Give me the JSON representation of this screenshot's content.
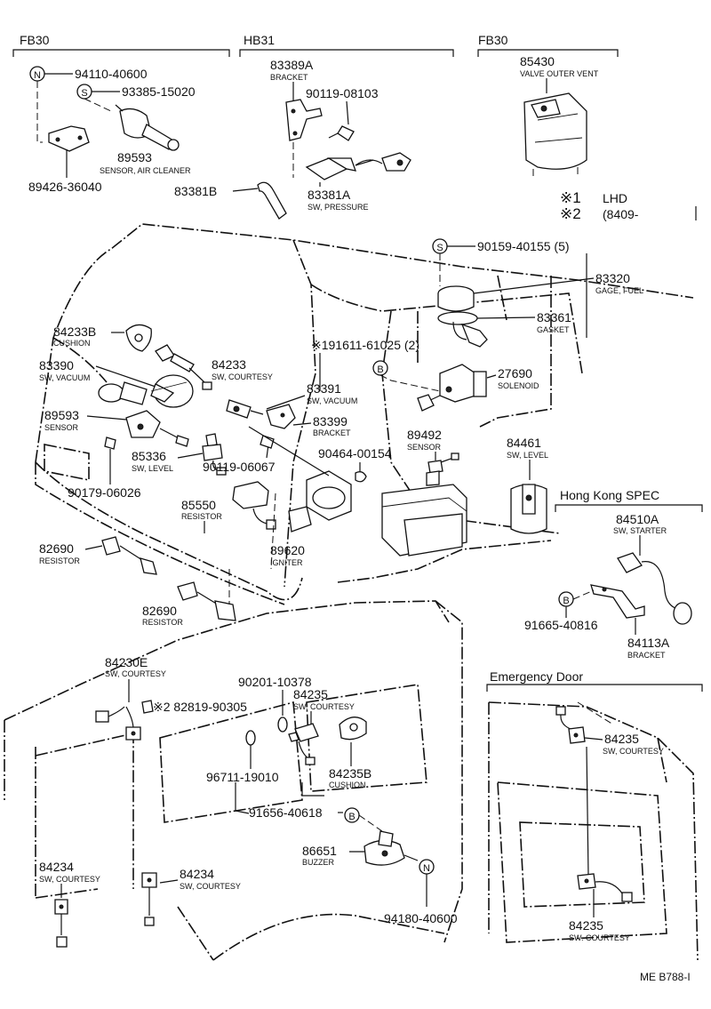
{
  "sections": {
    "fb30_left": "FB30",
    "hb31": "HB31",
    "fb30_right": "FB30",
    "hong_kong": "Hong Kong SPEC",
    "emergency_door": "Emergency Door"
  },
  "legend": {
    "mark1": "※1",
    "text1": "LHD",
    "mark2": "※2",
    "text2": "(8409-"
  },
  "symbols": {
    "n": "N",
    "s": "S",
    "b": "B"
  },
  "parts": {
    "p94110": "94110-40600",
    "p93385": "93385-15020",
    "p89593a": "89593",
    "p89593a_desc": "SENSOR, AIR CLEANER",
    "p89426": "89426-36040",
    "p83389a": "83389A",
    "p83389a_desc": "BRACKET",
    "p90119a": "90119-08103",
    "p83381a": "83381A",
    "p83381a_desc": "SW, PRESSURE",
    "p83381b": "83381B",
    "p85430": "85430",
    "p85430_desc": "VALVE OUTER VENT",
    "p90159": "90159-40155 (5)",
    "p83320": "83320",
    "p83320_desc": "GAGE, FUEL",
    "p83361": "83361",
    "p83361_desc": "GASKET",
    "p191611": "※191611-61025 (2)",
    "p27690": "27690",
    "p27690_desc": "SOLENOID",
    "p84233b": "84233B",
    "p84233b_desc": "CUSHION",
    "p83390": "83390",
    "p83390_desc": "SW, VACUUM",
    "p84233": "84233",
    "p84233_desc": "SW, COURTESY",
    "p83391": "83391",
    "p83391_desc": "SW, VACUUM",
    "p83399": "83399",
    "p83399_desc": "BRACKET",
    "p89593b": "89593",
    "p89593b_desc": "SENSOR",
    "p85336": "85336",
    "p85336_desc": "SW, LEVEL",
    "p90119b": "90119-06067",
    "p90464": "90464-00154",
    "p89492": "89492",
    "p89492_desc": "SENSOR",
    "p84461": "84461",
    "p84461_desc": "SW, LEVEL",
    "p90179": "90179-06026",
    "p85550": "85550",
    "p85550_desc": "RESISTOR",
    "p89620": "89620",
    "p89620_desc": "IGNITER",
    "p82690a": "82690",
    "p82690a_desc": "RESISTOR",
    "p82690b": "82690",
    "p82690b_desc": "RESISTOR",
    "p84510a": "84510A",
    "p84510a_desc": "SW, STARTER",
    "p91665": "91665-40816",
    "p84113a": "84113A",
    "p84113a_desc": "BRACKET",
    "p84230e": "84230E",
    "p84230e_desc": "SW, COURTESY",
    "p90201": "90201-10378",
    "p84235a": "84235",
    "p84235a_desc": "SW, COURTESY",
    "p82819": "※2 82819-90305",
    "p96711": "96711-19010",
    "p84235b": "84235B",
    "p84235b_desc": "CUSHION",
    "p91656": "91656-40618",
    "p84234a": "84234",
    "p84234a_desc": "SW, COURTESY",
    "p84234b": "84234",
    "p84234b_desc": "SW, COURTESY",
    "p86651": "86651",
    "p86651_desc": "BUZZER",
    "p94180": "94180-40600",
    "p84235c": "84235",
    "p84235c_desc": "SW, COURTESY",
    "p84235d": "84235",
    "p84235d_desc": "SW. COURTESY"
  },
  "footer": {
    "ref": "ME B788-I"
  }
}
